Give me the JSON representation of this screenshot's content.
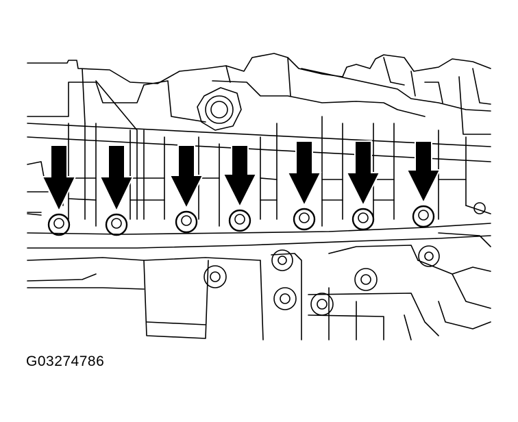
{
  "figure": {
    "id": "G03274786",
    "subject": "bolt-locations",
    "bolt_count": 7,
    "arrow_count": 7
  },
  "colors": {
    "line": "#000000",
    "background": "#ffffff"
  }
}
